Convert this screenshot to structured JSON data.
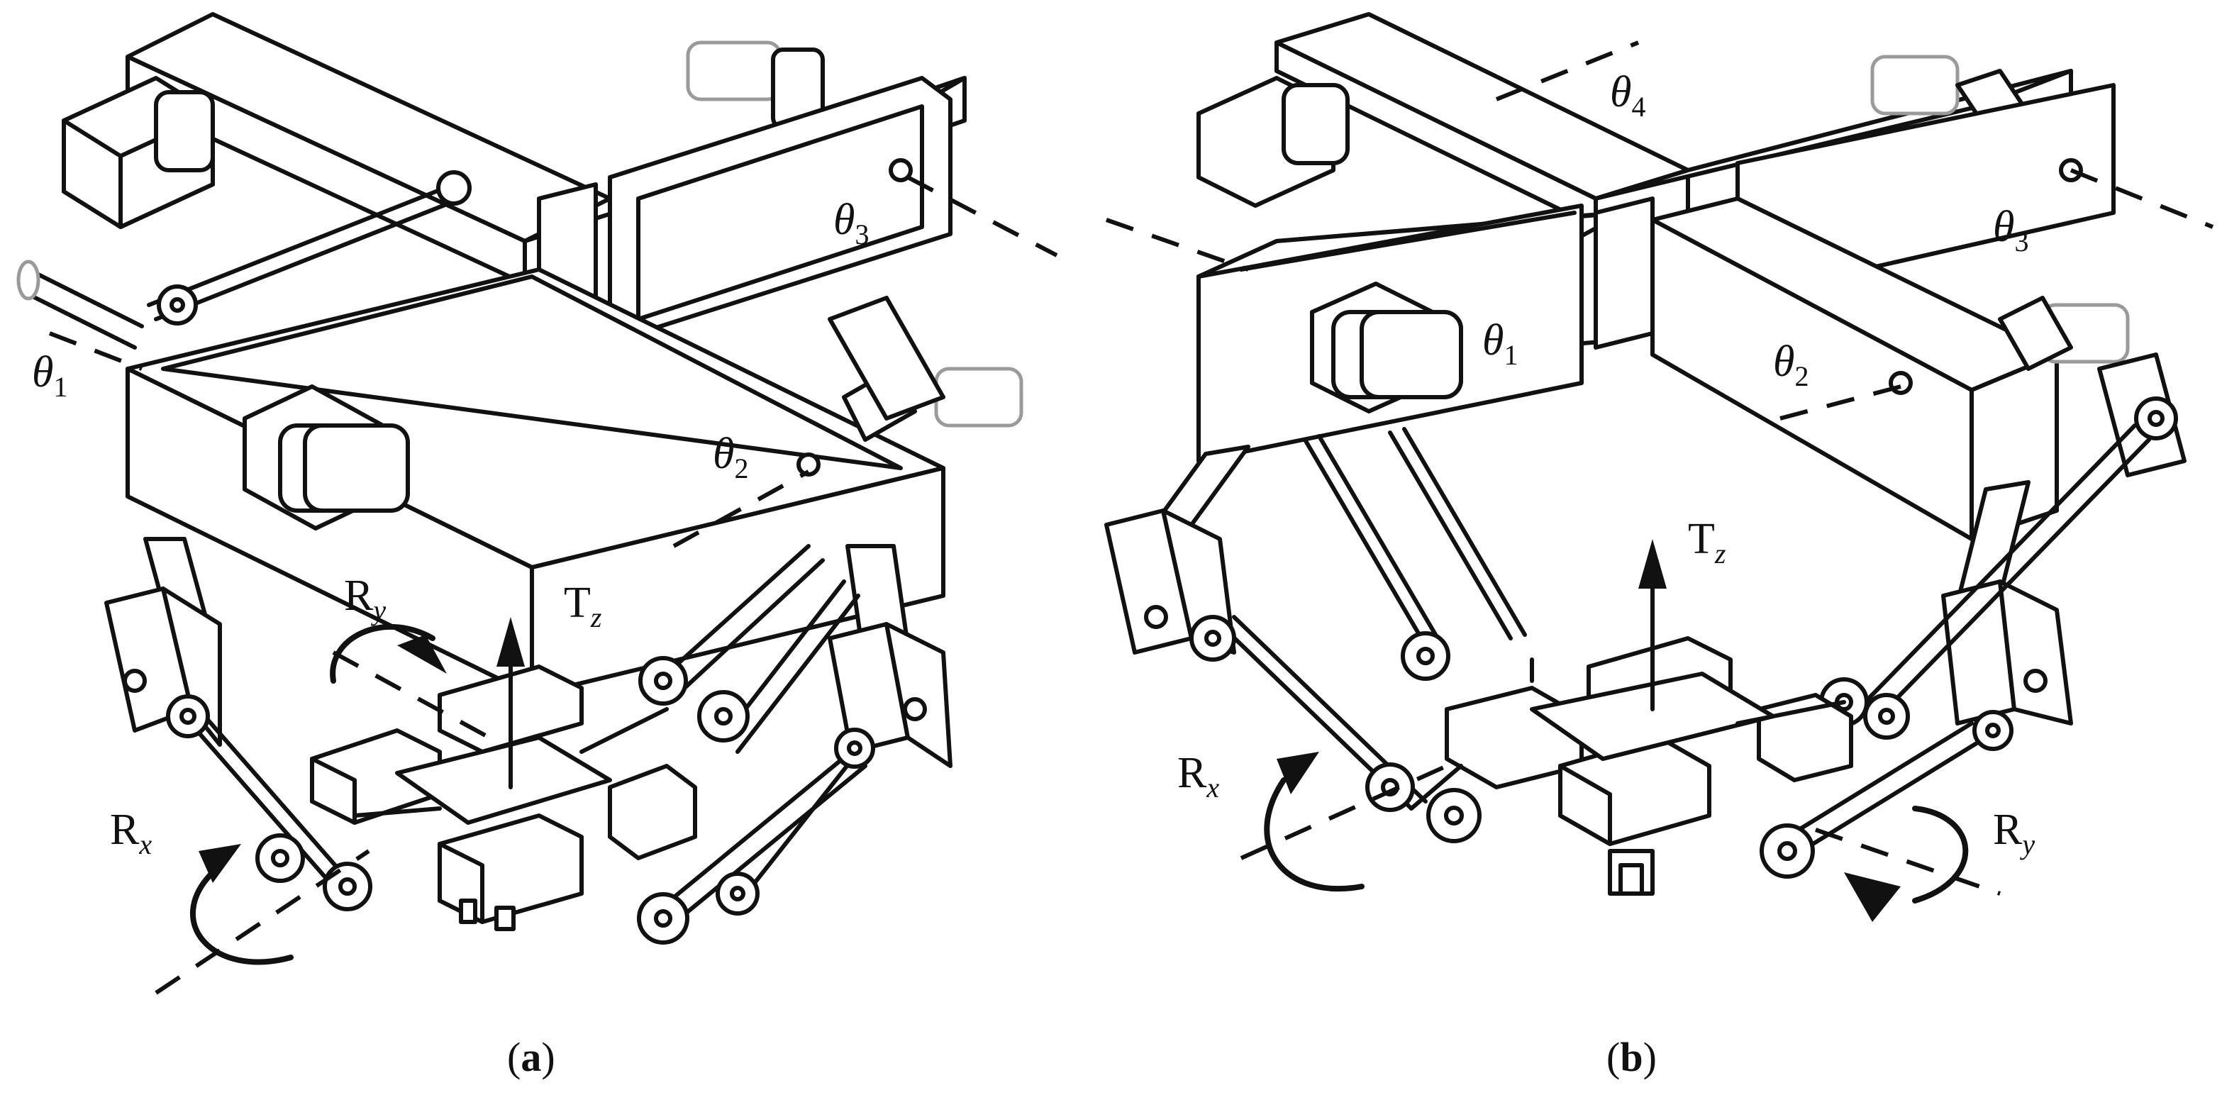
{
  "panels": [
    {
      "caption_open": "(",
      "caption": "a",
      "caption_close": ")",
      "labels": {
        "theta1_sym": "θ",
        "theta1_sub": "1",
        "theta2_sym": "θ",
        "theta2_sub": "2",
        "theta3_sym": "θ",
        "theta3_sub": "3",
        "rx_main": "R",
        "rx_sub": "x",
        "ry_main": "R",
        "ry_sub": "y",
        "tz_main": "T",
        "tz_sub": "z"
      }
    },
    {
      "caption_open": "(",
      "caption": "b",
      "caption_close": ")",
      "labels": {
        "theta1_sym": "θ",
        "theta1_sub": "1",
        "theta2_sym": "θ",
        "theta2_sub": "2",
        "theta3_sym": "θ",
        "theta3_sub": "3",
        "theta4_sym": "θ",
        "theta4_sub": "4",
        "rx_main": "R",
        "rx_sub": "x",
        "ry_main": "R",
        "ry_sub": "y",
        "tz_main": "T",
        "tz_sub": "z"
      }
    }
  ]
}
